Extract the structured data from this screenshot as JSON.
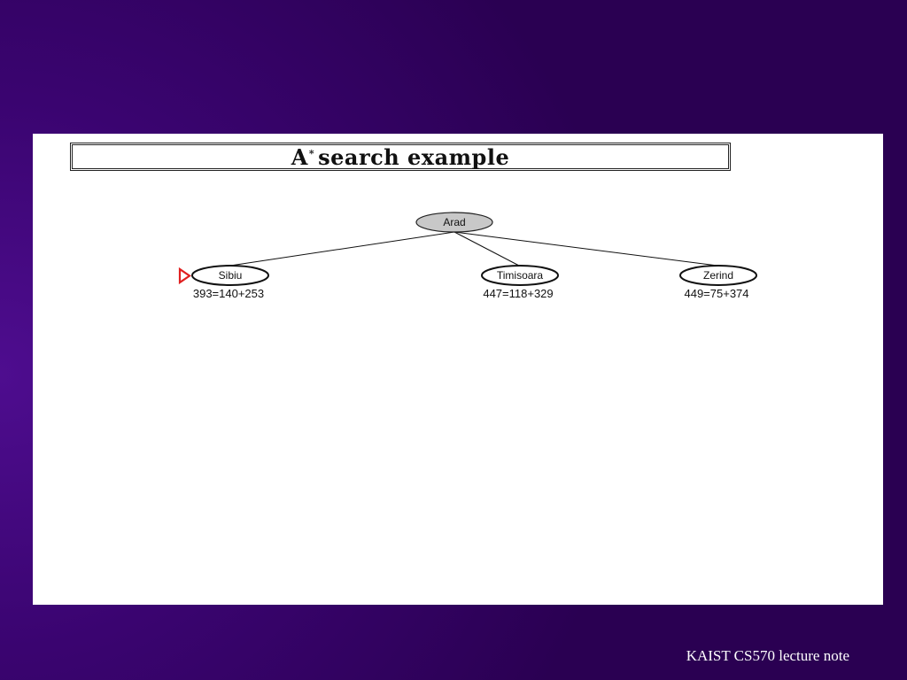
{
  "slide": {
    "title_letter": "A",
    "title_superscript": "*",
    "title_rest": "search example",
    "footer": "KAIST CS570 lecture note"
  },
  "tree": {
    "root": {
      "label": "Arad",
      "expanded": true
    },
    "children": [
      {
        "label": "Sibiu",
        "f_value": "393=140+253",
        "selected": true
      },
      {
        "label": "Timisoara",
        "f_value": "447=118+329",
        "selected": false
      },
      {
        "label": "Zerind",
        "f_value": "449=75+374",
        "selected": false
      }
    ]
  },
  "colors": {
    "background": "#3a0470",
    "expanded_node_fill": "#c8c8c8",
    "selection_marker": "#e02020"
  }
}
